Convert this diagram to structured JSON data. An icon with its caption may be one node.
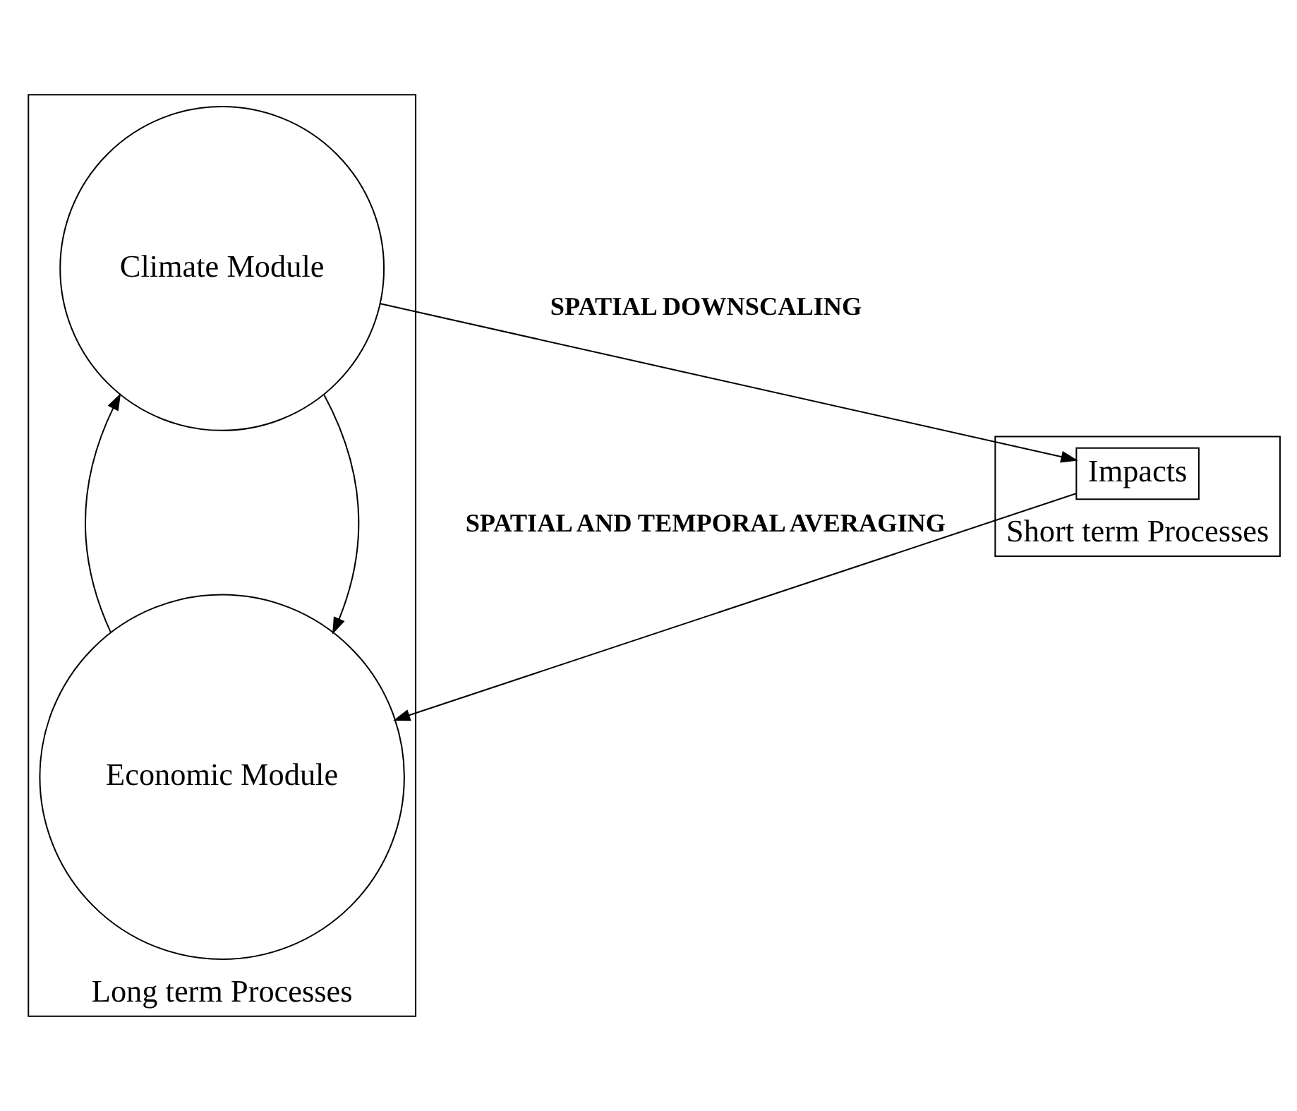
{
  "diagram": {
    "nodes": [
      {
        "text": [
          "Long term Processes"
        ]
      },
      {
        "text": [
          "Climate Module"
        ],
        "in": 0
      },
      {
        "text": [
          "Economic Module"
        ],
        "in": 0
      },
      {
        "text": [
          "Short term Processes"
        ]
      },
      {
        "text": [
          "Impacts"
        ],
        "in": 3
      }
    ],
    "edges": [
      {
        "from": 1,
        "to": 4,
        "arrow": "to",
        "label": "SPATIAL DOWNSCALING"
      },
      {
        "from": 4,
        "to": 2,
        "arrow": "to",
        "label": "SPATIAL AND TEMPORAL AVERAGING"
      },
      {
        "from": 1,
        "to": 2,
        "arrow": "to"
      },
      {
        "from": 2,
        "to": 1,
        "arrow": "to"
      }
    ]
  }
}
